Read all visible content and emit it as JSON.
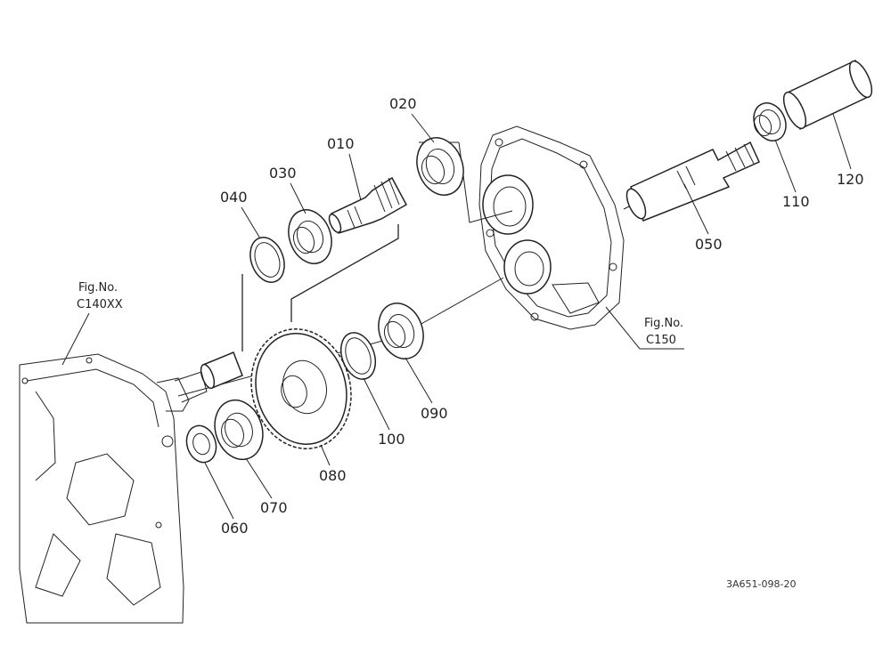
{
  "parts": [
    {
      "id": "010",
      "label": "010"
    },
    {
      "id": "020",
      "label": "020"
    },
    {
      "id": "030",
      "label": "030"
    },
    {
      "id": "040",
      "label": "040"
    },
    {
      "id": "050",
      "label": "050"
    },
    {
      "id": "060",
      "label": "060"
    },
    {
      "id": "070",
      "label": "070"
    },
    {
      "id": "080",
      "label": "080"
    },
    {
      "id": "090",
      "label": "090"
    },
    {
      "id": "100",
      "label": "100"
    },
    {
      "id": "110",
      "label": "110"
    },
    {
      "id": "120",
      "label": "120"
    }
  ],
  "refs": {
    "left": {
      "line1": "Fig.No.",
      "line2": "C140XX"
    },
    "right": {
      "line1": "Fig.No.",
      "line2": "C150"
    }
  },
  "drawing_code": "3A651-098-20",
  "colors": {
    "ink": "#222222",
    "paper": "#ffffff"
  }
}
